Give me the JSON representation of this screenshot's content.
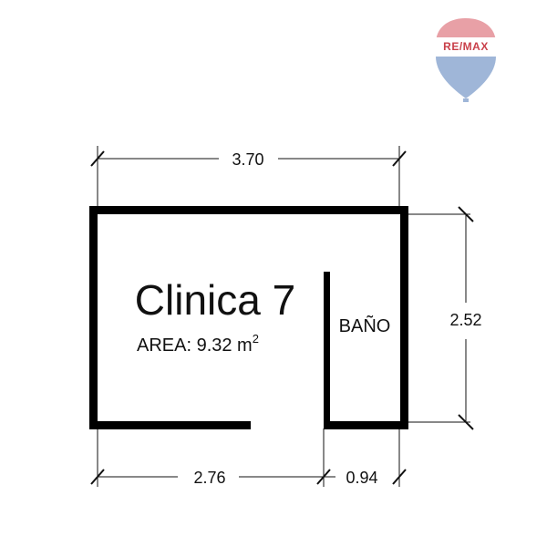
{
  "logo": {
    "text": "RE/MAX",
    "balloon_top_color": "#e8a0a6",
    "balloon_bottom_color": "#9fb6d8",
    "text_color": "#c9404a"
  },
  "floor_plan": {
    "room_name": "Clinica 7",
    "area_label": "AREA: 9.32 m",
    "area_superscript": "2",
    "bathroom_label": "BAÑO",
    "dimensions": {
      "top_width": "3.70",
      "right_height": "2.52",
      "bottom_left_width": "2.76",
      "bottom_right_width": "0.94"
    },
    "wall_color": "#000000"
  }
}
